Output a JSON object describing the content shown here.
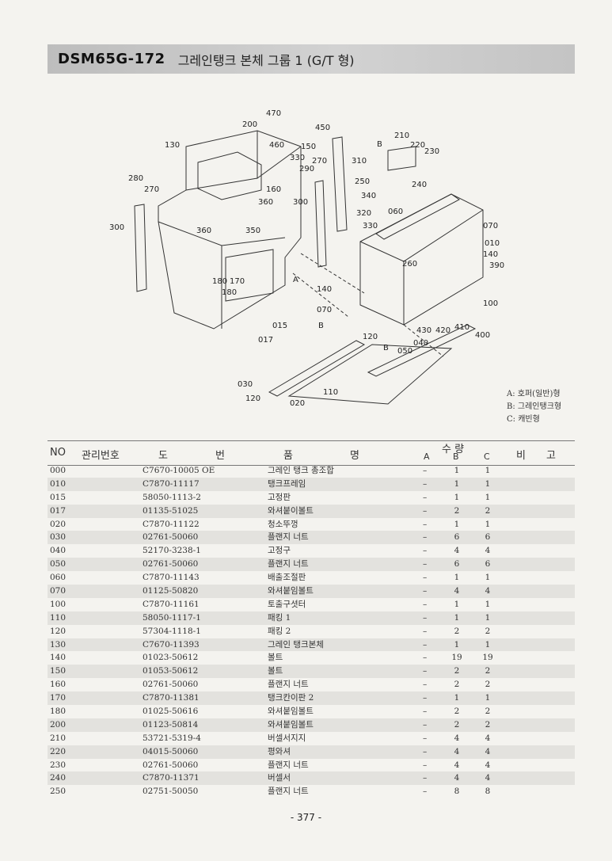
{
  "header": {
    "code": "DSM65G-172",
    "title": "그레인탱크 본체 그룹 1 (G/T 형)"
  },
  "diagram_labels": [
    "470",
    "450",
    "200",
    "460",
    "150",
    "130",
    "330",
    "270",
    "290",
    "310",
    "210",
    "220",
    "230",
    "B",
    "250",
    "240",
    "280",
    "270",
    "160",
    "360",
    "300",
    "340",
    "320",
    "300",
    "360",
    "350",
    "330",
    "060",
    "070",
    "010",
    "140",
    "390",
    "260",
    "180",
    "170",
    "A",
    "180",
    "140",
    "100",
    "070",
    "015",
    "B",
    "410",
    "400",
    "430",
    "420",
    "017",
    "040",
    "120",
    "B",
    "050",
    "030",
    "110",
    "120",
    "020"
  ],
  "legend": {
    "a": "A: 호퍼(일반)형",
    "b": "B: 그레인탱크형",
    "c": "C: 캐빈형"
  },
  "table": {
    "headers": {
      "no": "NO",
      "mgmt": "관리번호",
      "dwg_1": "도",
      "dwg_2": "번",
      "name_1": "품",
      "name_2": "명",
      "qty": "수  량",
      "a": "A",
      "b": "B",
      "c": "C",
      "remark_1": "비",
      "remark_2": "고"
    },
    "rows": [
      {
        "no": "000",
        "dwg": "C7670-10005 OE",
        "name": "그레인 탱크 총조합",
        "a": "–",
        "b": "1",
        "c": "1"
      },
      {
        "no": "010",
        "dwg": "C7870-11117",
        "name": "탱크프레임",
        "a": "–",
        "b": "1",
        "c": "1"
      },
      {
        "no": "015",
        "dwg": "58050-1113-2",
        "name": "고정판",
        "a": "–",
        "b": "1",
        "c": "1"
      },
      {
        "no": "017",
        "dwg": "01135-51025",
        "name": "와셔붙이볼트",
        "a": "–",
        "b": "2",
        "c": "2"
      },
      {
        "no": "020",
        "dwg": "C7870-11122",
        "name": "청소뚜껑",
        "a": "–",
        "b": "1",
        "c": "1"
      },
      {
        "no": "030",
        "dwg": "02761-50060",
        "name": "플랜지 너트",
        "a": "–",
        "b": "6",
        "c": "6"
      },
      {
        "no": "040",
        "dwg": "52170-3238-1",
        "name": "고정구",
        "a": "–",
        "b": "4",
        "c": "4"
      },
      {
        "no": "050",
        "dwg": "02761-50060",
        "name": "플랜지 너트",
        "a": "–",
        "b": "6",
        "c": "6"
      },
      {
        "no": "060",
        "dwg": "C7870-11143",
        "name": "배출조절판",
        "a": "–",
        "b": "1",
        "c": "1"
      },
      {
        "no": "070",
        "dwg": "01125-50820",
        "name": "와셔붙임볼트",
        "a": "–",
        "b": "4",
        "c": "4"
      },
      {
        "no": "100",
        "dwg": "C7870-11161",
        "name": "토출구셧터",
        "a": "–",
        "b": "1",
        "c": "1"
      },
      {
        "no": "110",
        "dwg": "58050-1117-1",
        "name": "패킹 1",
        "a": "–",
        "b": "1",
        "c": "1"
      },
      {
        "no": "120",
        "dwg": "57304-1118-1",
        "name": "패킹 2",
        "a": "–",
        "b": "2",
        "c": "2"
      },
      {
        "no": "130",
        "dwg": "C7670-11393",
        "name": "그레인 탱크본체",
        "a": "–",
        "b": "1",
        "c": "1"
      },
      {
        "no": "140",
        "dwg": "01023-50612",
        "name": "볼트",
        "a": "–",
        "b": "19",
        "c": "19"
      },
      {
        "no": "150",
        "dwg": "01053-50612",
        "name": "볼트",
        "a": "–",
        "b": "2",
        "c": "2"
      },
      {
        "no": "160",
        "dwg": "02761-50060",
        "name": "플랜지 너트",
        "a": "–",
        "b": "2",
        "c": "2"
      },
      {
        "no": "170",
        "dwg": "C7870-11381",
        "name": "탱크칸이판 2",
        "a": "–",
        "b": "1",
        "c": "1"
      },
      {
        "no": "180",
        "dwg": "01025-50616",
        "name": "와셔붙임볼트",
        "a": "–",
        "b": "2",
        "c": "2"
      },
      {
        "no": "200",
        "dwg": "01123-50814",
        "name": "와셔붙임볼트",
        "a": "–",
        "b": "2",
        "c": "2"
      },
      {
        "no": "210",
        "dwg": "53721-5319-4",
        "name": "버셀서지지",
        "a": "–",
        "b": "4",
        "c": "4"
      },
      {
        "no": "220",
        "dwg": "04015-50060",
        "name": "평와셔",
        "a": "–",
        "b": "4",
        "c": "4"
      },
      {
        "no": "230",
        "dwg": "02761-50060",
        "name": "플랜지 너트",
        "a": "–",
        "b": "4",
        "c": "4"
      },
      {
        "no": "240",
        "dwg": "C7870-11371",
        "name": "버셀서",
        "a": "–",
        "b": "4",
        "c": "4"
      },
      {
        "no": "250",
        "dwg": "02751-50050",
        "name": "플랜지 너트",
        "a": "–",
        "b": "8",
        "c": "8"
      }
    ]
  },
  "page_number": "- 377 -"
}
